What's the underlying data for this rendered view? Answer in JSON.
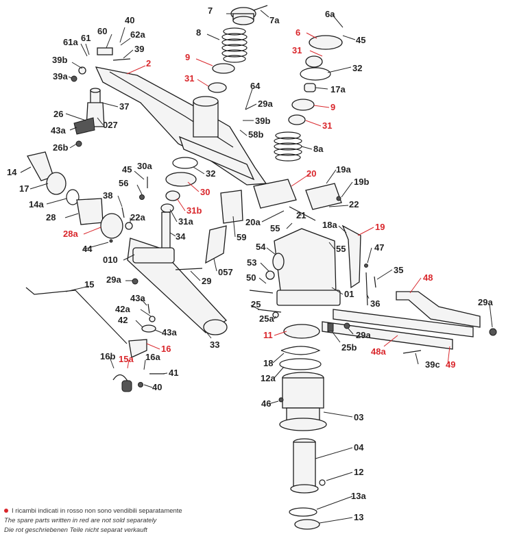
{
  "accent_red": "#d9262b",
  "label_color": "#222222",
  "labels": {
    "p40": "40",
    "p7": "7",
    "p7a": "7a",
    "p6a": "6a",
    "p6": "6",
    "p45": "45",
    "p60": "60",
    "p62a": "62a",
    "p61a": "61a",
    "p61": "61",
    "p39": "39",
    "p8": "8",
    "p39b": "39b",
    "p2": "2",
    "p9": "9",
    "p31": "31",
    "p32": "32",
    "p39a": "39a",
    "p31r": "31",
    "p17a": "17a",
    "p64": "64",
    "p29a": "29a",
    "p9r": "9",
    "p37": "37",
    "p39b2": "39b",
    "p31r2": "31",
    "p26": "26",
    "p027": "027",
    "p58b": "58b",
    "p43a": "43a",
    "p8a": "8a",
    "p26b": "26b",
    "p14": "14",
    "p45b": "45",
    "p30a": "30a",
    "p32b": "32",
    "p20": "20",
    "p19a": "19a",
    "p19b": "19b",
    "p17": "17",
    "p56": "56",
    "p30": "30",
    "p22": "22",
    "p14a": "14a",
    "p38": "38",
    "p31b": "31b",
    "p21": "21",
    "p28": "28",
    "p22a": "22a",
    "p31a": "31a",
    "p20a": "20a",
    "p55": "55",
    "p18a": "18a",
    "p19": "19",
    "p28a": "28a",
    "p34": "34",
    "p59": "59",
    "p54": "54",
    "p55b": "55",
    "p44": "44",
    "p47": "47",
    "p010": "010",
    "p53": "53",
    "p35": "35",
    "p057": "057",
    "p50": "50",
    "p48": "48",
    "p15": "15",
    "p29a2": "29a",
    "p29": "29",
    "p01": "01",
    "p43a2": "43a",
    "p36": "36",
    "p29a3": "29a",
    "p25": "25",
    "p42a": "42a",
    "p42": "42",
    "p25a": "25a",
    "p43a3": "43a",
    "p33": "33",
    "p11": "11",
    "p29a4": "29a",
    "p16": "16",
    "p25b": "25b",
    "p16b": "16b",
    "p15a": "15a",
    "p16a": "16a",
    "p48a": "48a",
    "p39c": "39c",
    "p18": "18",
    "p49": "49",
    "p41": "41",
    "p12a": "12a",
    "p40b": "40",
    "p46": "46",
    "p03": "03",
    "p04": "04",
    "p12": "12",
    "p13a": "13a",
    "p13": "13"
  },
  "footnote": {
    "it": "I ricambi indicati in rosso non sono vendibili separatamente",
    "en": "The spare parts written in red are not sold separately",
    "de": "Die rot geschriebenen Teile nicht separat verkauft"
  }
}
